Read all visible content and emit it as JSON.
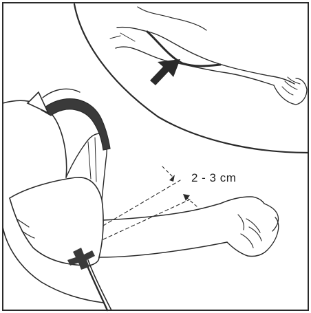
{
  "measurement_label": "2 - 3 cm",
  "colors": {
    "ink": "#2a2a2a",
    "background": "#ffffff",
    "dark_fill": "#3a3a3a"
  },
  "icons": [
    "arrow-pointing-to-artery",
    "curved-wrap-arrow",
    "tube-connector"
  ]
}
